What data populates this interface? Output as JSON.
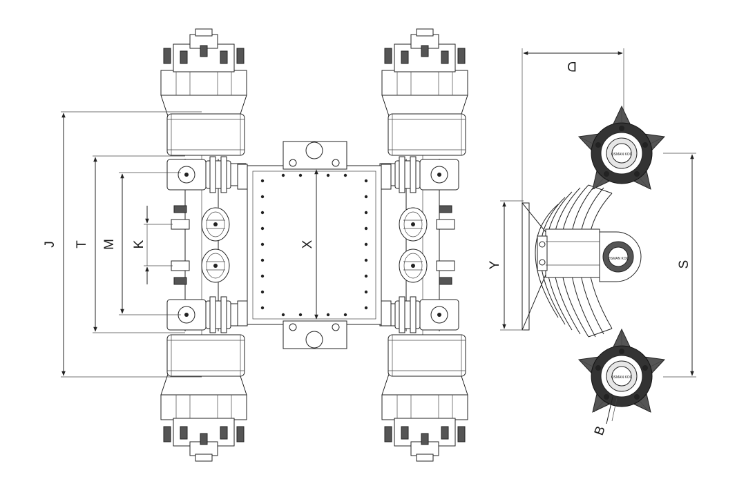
{
  "dimensions": {
    "J": "J",
    "T": "T",
    "M": "M",
    "K": "K",
    "X": "X",
    "Y": "Y",
    "D": "D",
    "S": "S",
    "B": "B"
  },
  "hub_logo_text": "OSMAN KOÇ",
  "colors": {
    "line": "#222222",
    "hub": "#555555",
    "background": "#ffffff"
  }
}
